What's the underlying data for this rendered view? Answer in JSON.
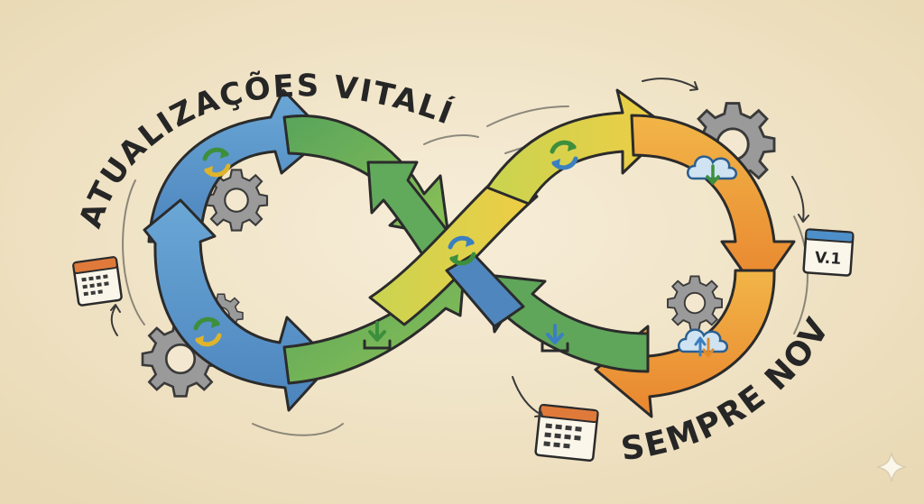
{
  "title_top": "ATUALIZAÇÕES VITALÍCIAS",
  "title_bottom": "SEMPRE NOVO!",
  "version_badge": "V.1",
  "colors": {
    "paper": "#f3e8cf",
    "blue": "#5c95c8",
    "green": "#6fae56",
    "yellow": "#e6cf4a",
    "orange": "#eb9a3a",
    "ink": "#2b2b2b",
    "gear": "#8c8c8c"
  },
  "icons": {
    "refresh": "refresh-icon",
    "download": "download-icon",
    "cloud_download": "cloud-download-icon",
    "cloud_sync": "cloud-sync-icon",
    "calendar": "calendar-icon",
    "gear": "gear-icon",
    "sparkle": "sparkle-icon"
  }
}
